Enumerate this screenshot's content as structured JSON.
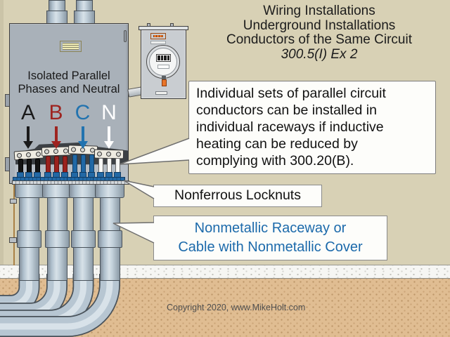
{
  "header": {
    "line1": "Wiring Installations",
    "line2": "Underground Installations",
    "line3": "Conductors of the Same Circuit",
    "ref": "300.5(I) Ex 2"
  },
  "panel": {
    "label_line1": "Isolated Parallel",
    "label_line2": "Phases and Neutral",
    "phases": [
      {
        "letter": "A",
        "color": "#1a1a1a"
      },
      {
        "letter": "B",
        "color": "#9e2420"
      },
      {
        "letter": "C",
        "color": "#2273af"
      },
      {
        "letter": "N",
        "color": "#ffffff"
      }
    ]
  },
  "callouts": {
    "note_lines": [
      "Individual sets of parallel circuit",
      "conductors can be installed in",
      "individual raceways if inductive",
      "heating can be reduced by",
      "complying with 300.20(B)."
    ],
    "locknuts_label": "Nonferrous Locknuts",
    "raceway_line1": "Nonmetallic Raceway or",
    "raceway_line2": "Cable with Nonmetallic Cover"
  },
  "footer": {
    "copyright": "Copyright 2020, www.MikeHolt.com"
  },
  "colors": {
    "background": "#d8d1b5",
    "earth": "#e0bd92",
    "concrete": "#f6f6f3",
    "panel_gray": "#a9b1b9",
    "conduit_blue_gray": "#b7c6d2",
    "locknut_blue": "#2268a5",
    "raceway_text_blue": "#1c6aab",
    "phase_a_black": "#1a1a1a",
    "phase_b_red": "#9e2420",
    "phase_c_blue": "#2273af",
    "phase_n_white": "#ffffff",
    "warning_orange": "#e87429"
  }
}
